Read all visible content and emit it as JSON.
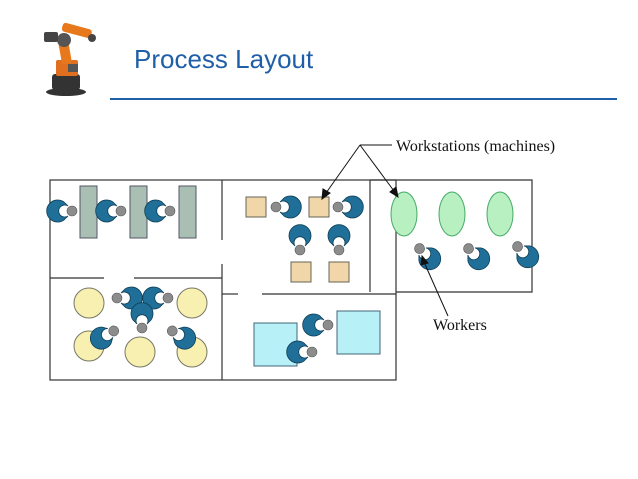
{
  "slide": {
    "title": "Process Layout",
    "logo_icon": "industrial-robot-arm-icon"
  },
  "diagram": {
    "labels": {
      "workstations": "Workstations (machines)",
      "workers": "Workers"
    },
    "colors": {
      "title": "#1f5fa8",
      "tall_machine": "#a9bfb3",
      "small_box": "#f0d6a8",
      "oval_machine": "#b8f0c2",
      "round_table": "#f8f0b0",
      "large_square": "#b8f0f8",
      "worker_body": "#1f6f98",
      "worker_head": "#8c8c8c"
    }
  }
}
